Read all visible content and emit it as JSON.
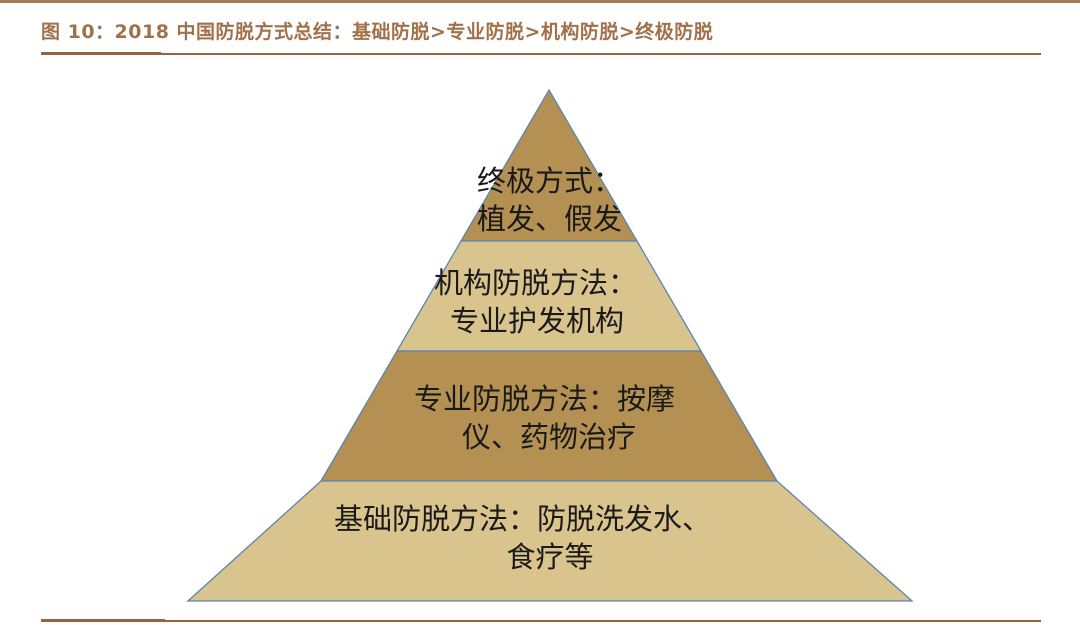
{
  "figure": {
    "caption": "图 10：2018 中国防脱方式总结：基础防脱>专业防脱>机构防脱>终极防脱"
  },
  "pyramid": {
    "colors": {
      "dark": "#b49152",
      "light": "#dac48e",
      "outline": "#5b85b0",
      "rule": "#93643f"
    },
    "layers": [
      {
        "level": "top",
        "line1": "终极方式：",
        "line2": "植发、假发",
        "fill": "#b49152"
      },
      {
        "level": "second",
        "line1": "机构防脱方法：",
        "line2": "专业护发机构",
        "fill": "#dac48e"
      },
      {
        "level": "third",
        "line1": "专业防脱方法：按摩",
        "line2": "仪、药物治疗",
        "fill": "#b49152"
      },
      {
        "level": "bottom",
        "line1": "基础防脱方法：防脱洗发水、",
        "line2": "食疗等",
        "fill": "#dac48e"
      }
    ]
  }
}
